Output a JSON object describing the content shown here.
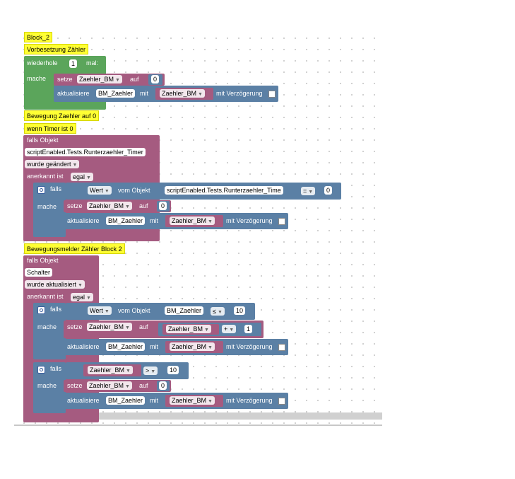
{
  "comments": {
    "block_name": "Block_2",
    "preset_counter": "Vorbesetzung Zähler",
    "movement_counter": "Bewegung Zaehler auf 0",
    "when_timer": "wenn Timer ist 0",
    "motion_sensor": "Bewegungsmelder Zähler Block 2"
  },
  "repeat_block": {
    "label": "wiederhole",
    "count": "1",
    "times_label": "mal:",
    "do_label": "mache",
    "set_label": "setze",
    "set_var": "Zaehler_BM",
    "to_label": "auf",
    "set_value": "0",
    "update_label": "aktualisiere",
    "update_target": "BM_Zaehler",
    "with_label": "mit",
    "with_var": "Zaehler_BM",
    "delay_label": "mit Verzögerung"
  },
  "trigger1": {
    "if_object_label": "falls Objekt",
    "object_id": "scriptEnabled.Tests.Runterzaehler_Timer",
    "event": "wurde geändert",
    "ack_label": "anerkannt ist",
    "ack_value": "egal",
    "if_label": "falls",
    "value_label": "Wert",
    "from_object_label": "vom Objekt",
    "cond_object": "scriptEnabled.Tests.Runterzaehler_Time",
    "operator": "=",
    "cond_value": "0",
    "do_label": "mache",
    "set_label": "setze",
    "set_var": "Zaehler_BM",
    "to_label": "auf",
    "set_value": "0",
    "update_label": "aktualisiere",
    "update_target": "BM_Zaehler",
    "with_label": "mit",
    "with_var": "Zaehler_BM",
    "delay_label": "mit Verzögerung"
  },
  "trigger2": {
    "if_object_label": "falls Objekt",
    "object_id": "Schalter",
    "event": "wurde aktualisiert",
    "ack_label": "anerkannt ist",
    "ack_value": "egal",
    "if1": {
      "if_label": "falls",
      "value_label": "Wert",
      "from_object_label": "vom Objekt",
      "cond_object": "BM_Zaehler",
      "operator": "≤",
      "cond_value": "10",
      "do_label": "mache",
      "set_label": "setze",
      "set_var": "Zaehler_BM",
      "to_label": "auf",
      "expr_var": "Zaehler_BM",
      "expr_op": "+",
      "expr_value": "1",
      "update_label": "aktualisiere",
      "update_target": "BM_Zaehler",
      "with_label": "mit",
      "with_var": "Zaehler_BM",
      "delay_label": "mit Verzögerung"
    },
    "if2": {
      "if_label": "falls",
      "cond_var": "Zaehler_BM",
      "operator": ">",
      "cond_value": "10",
      "do_label": "mache",
      "set_label": "setze",
      "set_var": "Zaehler_BM",
      "to_label": "auf",
      "set_value": "0",
      "update_label": "aktualisiere",
      "update_target": "BM_Zaehler",
      "with_label": "mit",
      "with_var": "Zaehler_BM",
      "delay_label": "mit Verzögerung"
    }
  },
  "icons": {
    "dropdown": "dropdown-triangle-icon",
    "gear": "gear-icon",
    "checkbox": "checkbox-icon"
  },
  "colors": {
    "comment": "#ffff33",
    "loop": "#5ba55b",
    "variable": "#a55b80",
    "logic": "#5b80a5"
  }
}
